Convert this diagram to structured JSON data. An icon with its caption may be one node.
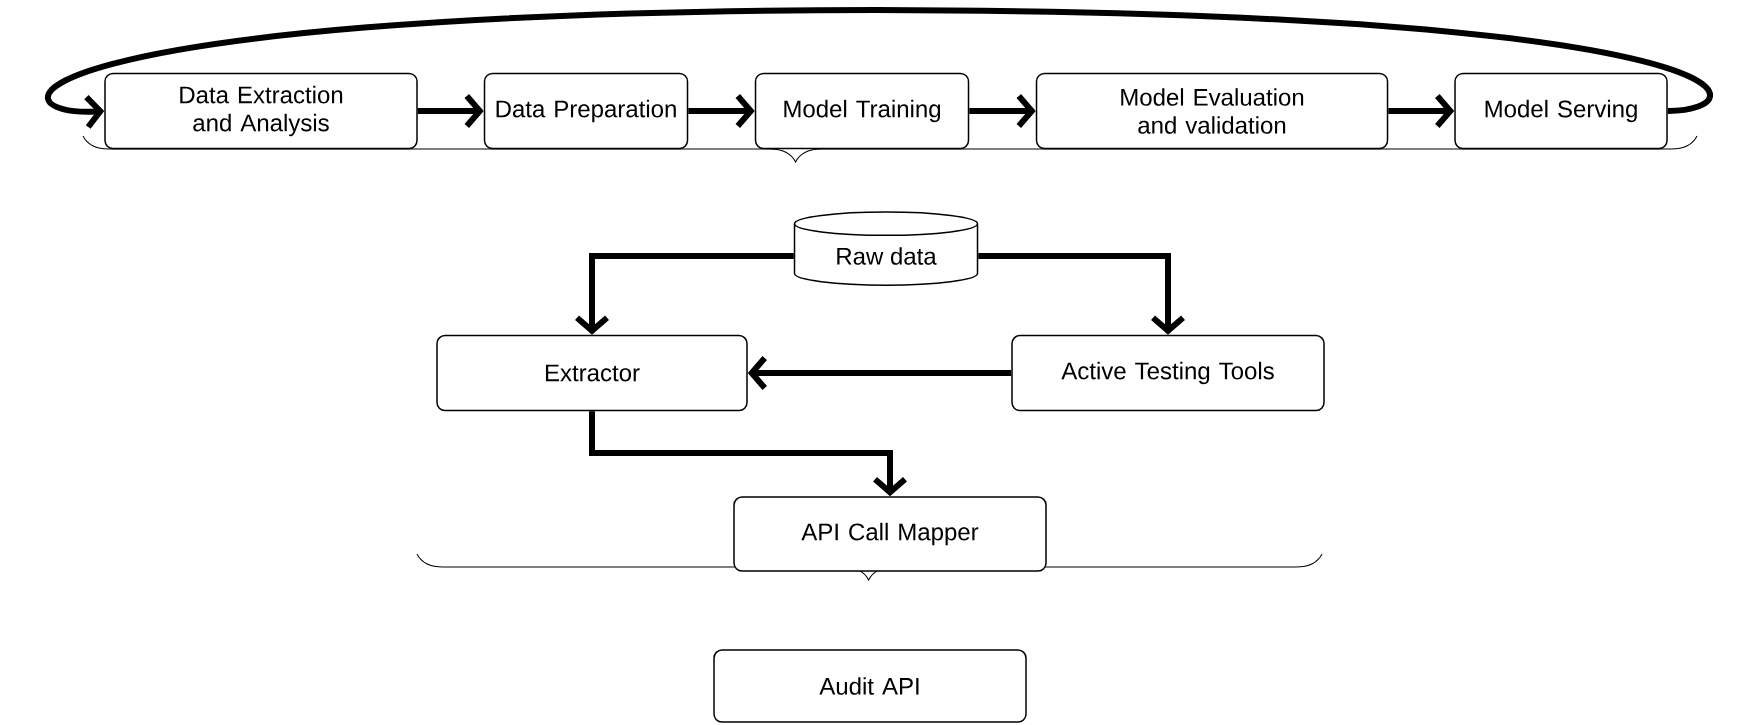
{
  "diagram": {
    "nodes": [
      {
        "text": [
          "Data Extraction and Analysis"
        ]
      },
      {
        "text": [
          "Data Preparation"
        ]
      },
      {
        "text": [
          "Model Training"
        ]
      },
      {
        "text": [
          "Model Evaluation and validation"
        ]
      },
      {
        "text": [
          "Model Serving"
        ]
      },
      {
        "text": [
          "Raw data"
        ]
      },
      {
        "text": [
          "Extractor"
        ]
      },
      {
        "text": [
          "Active Testing Tools"
        ]
      },
      {
        "text": [
          "API Call Mapper"
        ]
      },
      {
        "text": [
          "Audit API"
        ]
      }
    ],
    "edges": [
      {
        "from": 0,
        "to": 1,
        "arrow": "to"
      },
      {
        "from": 1,
        "to": 2,
        "arrow": "to"
      },
      {
        "from": 2,
        "to": 3,
        "arrow": "to"
      },
      {
        "from": 3,
        "to": 4,
        "arrow": "to"
      },
      {
        "from": 4,
        "to": 0,
        "arrow": "to"
      },
      {
        "from": 5,
        "to": 6,
        "arrow": "to"
      },
      {
        "from": 5,
        "to": 7,
        "arrow": "to"
      },
      {
        "from": 7,
        "to": 6,
        "arrow": "to"
      },
      {
        "from": 6,
        "to": 8,
        "arrow": "to"
      }
    ]
  }
}
